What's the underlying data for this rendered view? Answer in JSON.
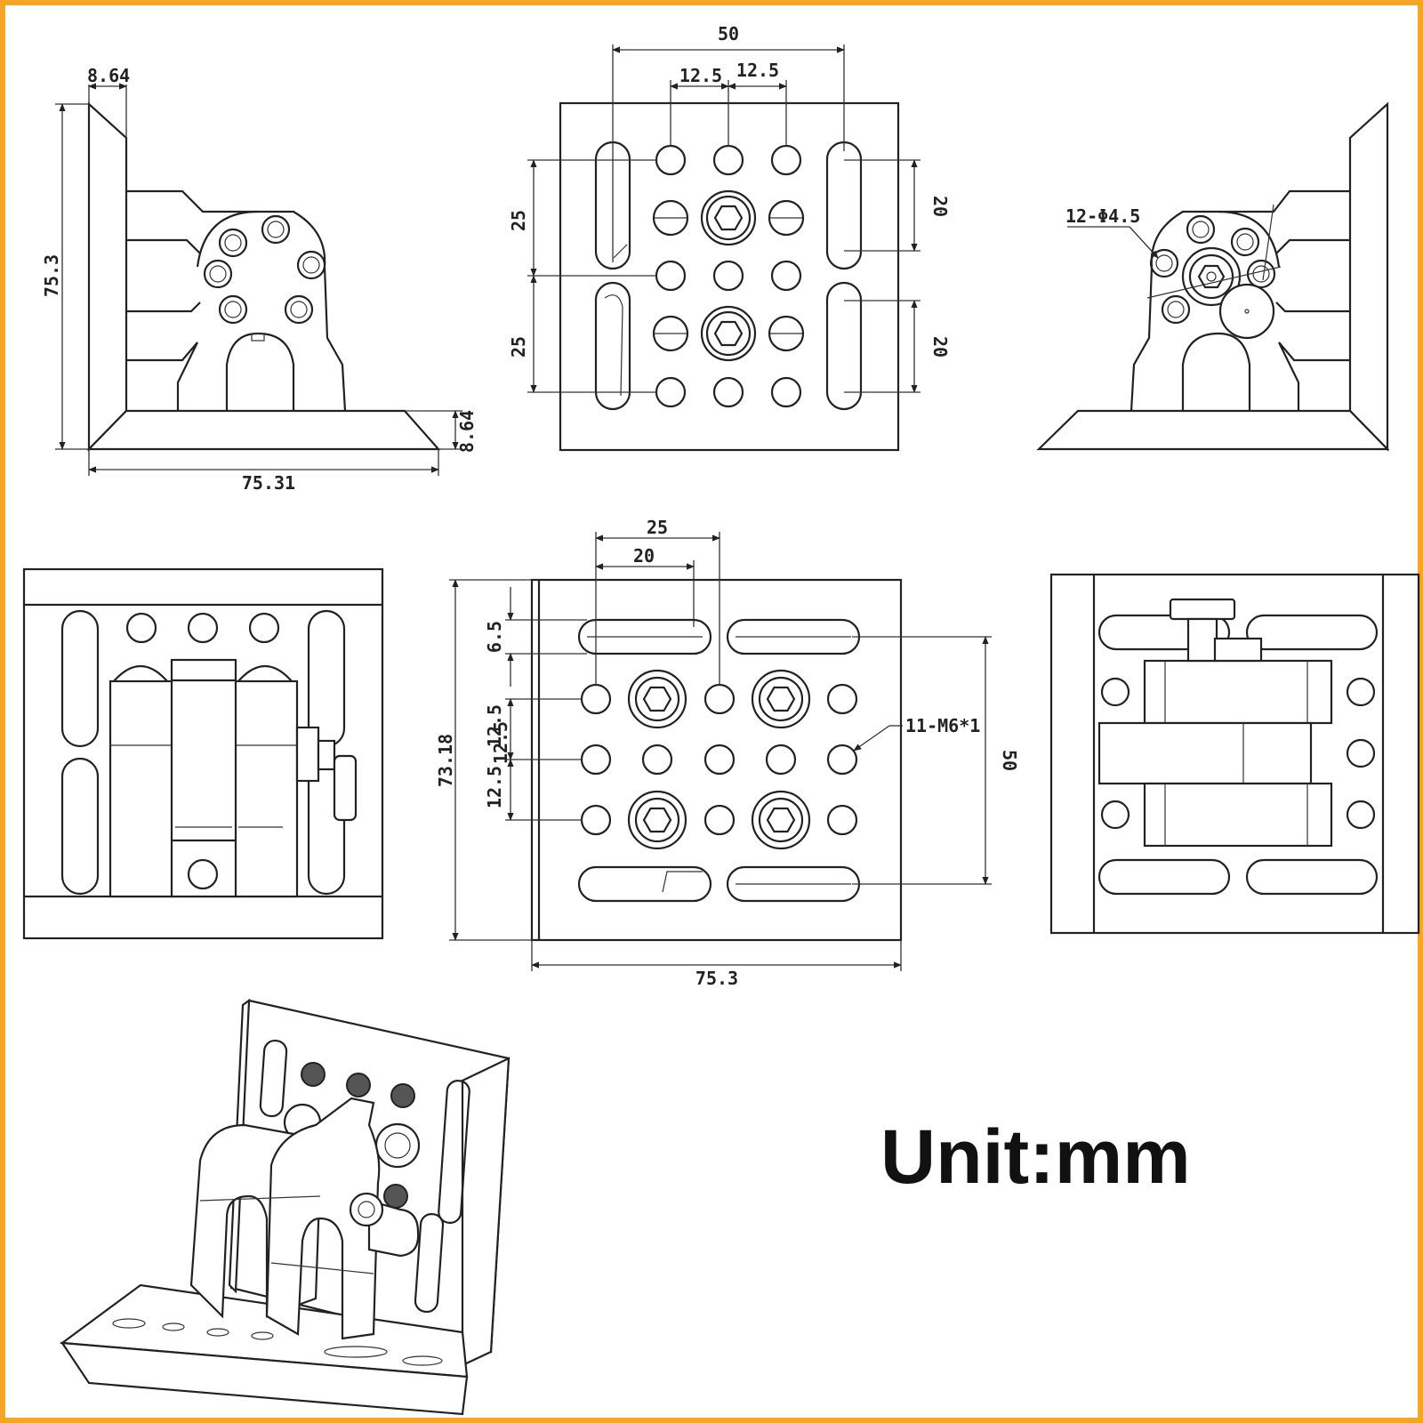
{
  "accent_color": "#f5a623",
  "dimensions": {
    "side_top_thickness": "8.64",
    "side_height": "75.3",
    "side_width": "75.31",
    "side_base_thickness": "8.64",
    "top_overall": "50",
    "top_pitch_left": "12.5",
    "top_pitch_right": "12.5",
    "top_row_upper": "25",
    "top_row_lower": "25",
    "top_slot_upper": "20",
    "top_slot_lower": "20",
    "hole_callout": "12-Φ4.5",
    "front_span_outer": "25",
    "front_span_inner": "20",
    "front_slot_offset": "6.5",
    "front_pitch_1": "12.5",
    "front_pitch_2": "12.5",
    "front_pitch_3": "12.5",
    "front_height": "73.18",
    "front_thread_callout": "11-M6*1",
    "front_slot_span": "50",
    "front_width": "75.3"
  },
  "unit_label": "Unit:mm",
  "icons": {
    "hex_socket": "hexagon-socket-icon",
    "through_hole": "circle-hole-icon"
  }
}
